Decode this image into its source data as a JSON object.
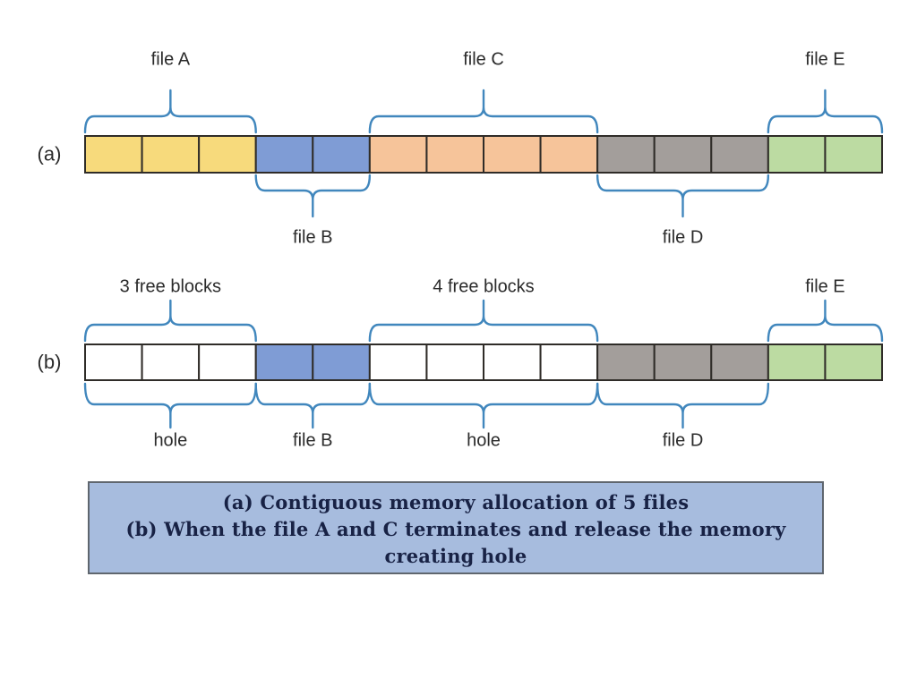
{
  "diagram": {
    "colors": {
      "file_a": "#f7da7c",
      "file_b": "#7f9cd5",
      "file_c": "#f6c49a",
      "file_d": "#a39e9b",
      "file_e": "#bcdba2",
      "free_block": "#ffffff",
      "block_border": "#2f2c28",
      "brace_stroke": "#4187bd",
      "label_text": "#2b2b2b",
      "hole_text": "#8e4fa8"
    },
    "row_a": {
      "label": "(a)",
      "segments": [
        {
          "name": "file A",
          "blocks": 3,
          "color_key": "file_a"
        },
        {
          "name": "file B",
          "blocks": 2,
          "color_key": "file_b"
        },
        {
          "name": "file C",
          "blocks": 4,
          "color_key": "file_c"
        },
        {
          "name": "file D",
          "blocks": 3,
          "color_key": "file_d"
        },
        {
          "name": "file E",
          "blocks": 2,
          "color_key": "file_e"
        }
      ],
      "braces_top": [
        {
          "label": "file A",
          "from": 0,
          "to": 3
        },
        {
          "label": "file C",
          "from": 5,
          "to": 9
        },
        {
          "label": "file E",
          "from": 12,
          "to": 14
        }
      ],
      "braces_bottom": [
        {
          "label": "file B",
          "from": 3,
          "to": 5
        },
        {
          "label": "file D",
          "from": 9,
          "to": 12
        }
      ]
    },
    "row_b": {
      "label": "(b)",
      "segments": [
        {
          "name": "3 free blocks",
          "blocks": 3,
          "color_key": "free_block"
        },
        {
          "name": "file B",
          "blocks": 2,
          "color_key": "file_b"
        },
        {
          "name": "4 free blocks",
          "blocks": 4,
          "color_key": "free_block"
        },
        {
          "name": "file D",
          "blocks": 3,
          "color_key": "file_d"
        },
        {
          "name": "file E",
          "blocks": 2,
          "color_key": "file_e"
        }
      ],
      "braces_top": [
        {
          "label": "3 free blocks",
          "from": 0,
          "to": 3
        },
        {
          "label": "4 free blocks",
          "from": 5,
          "to": 9
        },
        {
          "label": "file E",
          "from": 12,
          "to": 14
        }
      ],
      "braces_bottom": [
        {
          "label": "hole",
          "from": 0,
          "to": 3,
          "label_color_key": "hole_text"
        },
        {
          "label": "file B",
          "from": 3,
          "to": 5
        },
        {
          "label": "hole",
          "from": 5,
          "to": 9,
          "label_color_key": "hole_text"
        },
        {
          "label": "file D",
          "from": 9,
          "to": 12
        }
      ]
    }
  },
  "caption": {
    "line1": "(a) Contiguous memory allocation of 5 files",
    "line2": "(b) When the file A and C terminates and release the memory",
    "line3": "creating hole"
  }
}
